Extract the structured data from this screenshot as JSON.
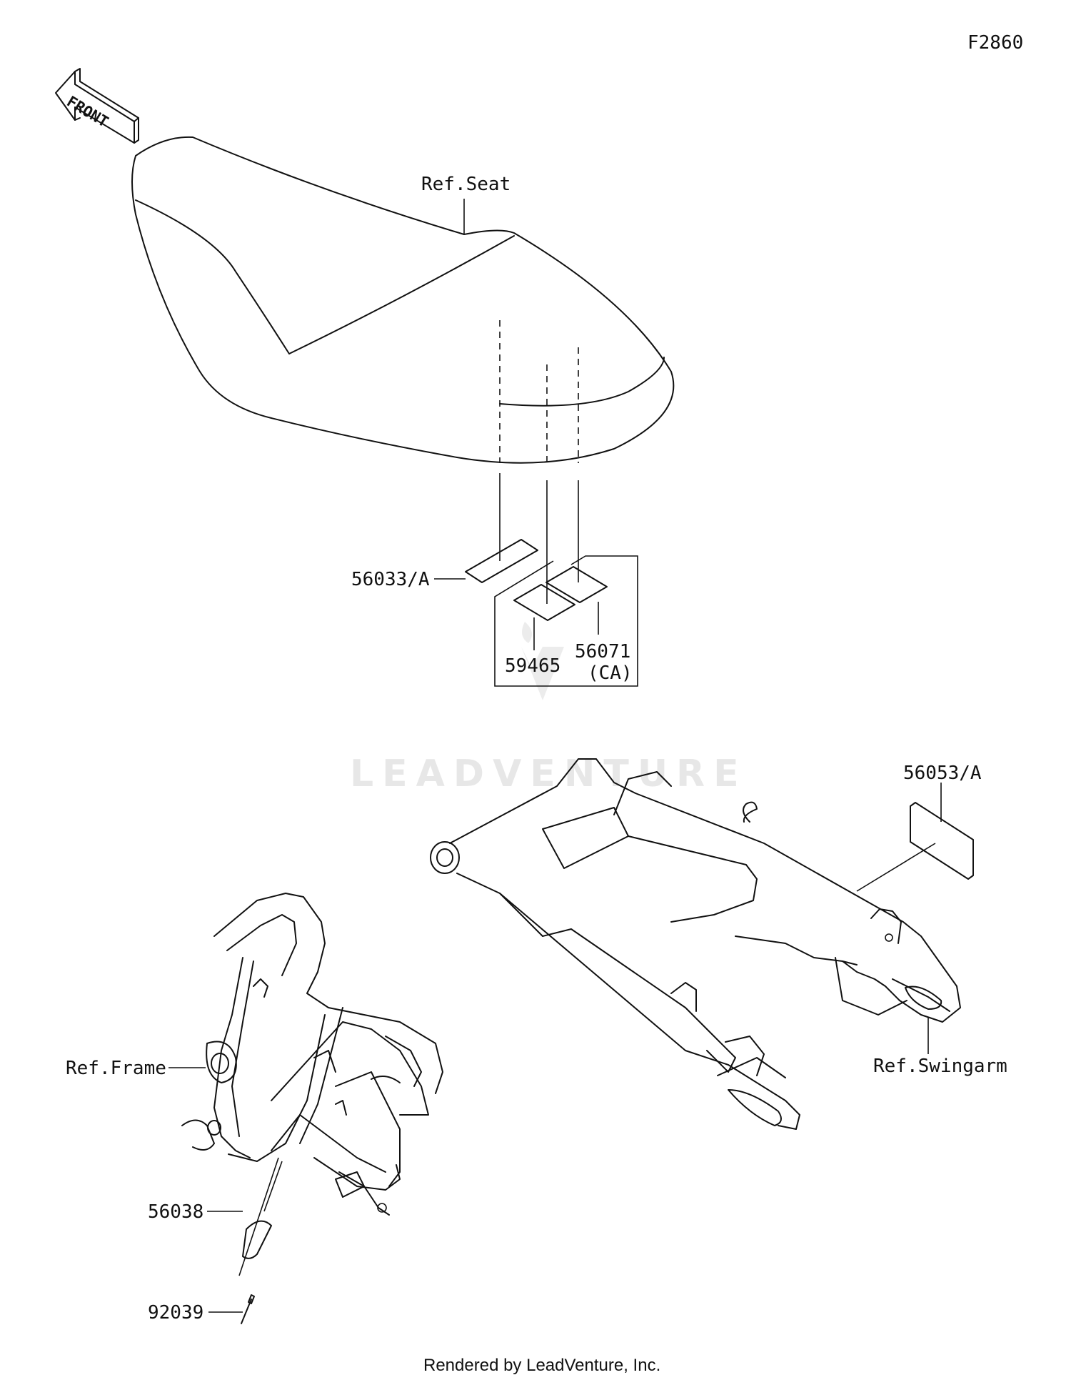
{
  "diagram_code": "F2860",
  "front_label": "FRONT",
  "watermark": "LEADVENTURE",
  "references": {
    "seat": "Ref.Seat",
    "frame": "Ref.Frame",
    "swingarm": "Ref.Swingarm"
  },
  "parts": {
    "p56033A": "56033/A",
    "p59465": "59465",
    "p56071": "56071",
    "p56071_note": "(CA)",
    "p56053A": "56053/A",
    "p56038": "56038",
    "p92039": "92039"
  },
  "footer": "Rendered by LeadVenture, Inc."
}
